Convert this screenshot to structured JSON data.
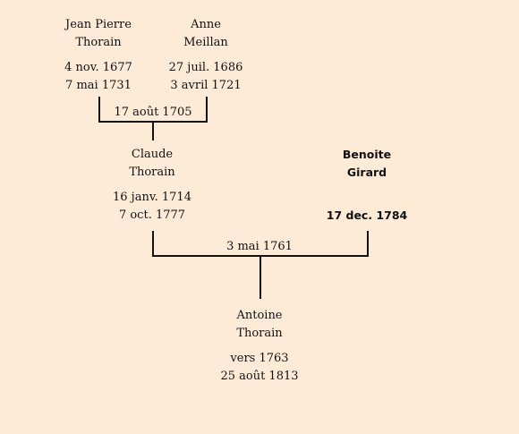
{
  "people": {
    "jean_pierre": {
      "first": "Jean Pierre",
      "last": "Thorain",
      "birth": "4 nov. 1677",
      "death": "7 mai 1731"
    },
    "anne": {
      "first": "Anne",
      "last": "Meillan",
      "birth": "27 juil. 1686",
      "death": "3 avril 1721"
    },
    "claude": {
      "first": "Claude",
      "last": "Thorain",
      "birth": "16 janv. 1714",
      "death": "7 oct. 1777"
    },
    "benoite": {
      "first": "Benoite",
      "last": "Girard",
      "birth": "",
      "death": "17 dec. 1784"
    },
    "antoine": {
      "first": "Antoine",
      "last": "Thorain",
      "birth": "vers 1763",
      "death": "25 août 1813"
    }
  },
  "marriages": {
    "first": "17 août 1705",
    "second": "3 mai 1761"
  }
}
